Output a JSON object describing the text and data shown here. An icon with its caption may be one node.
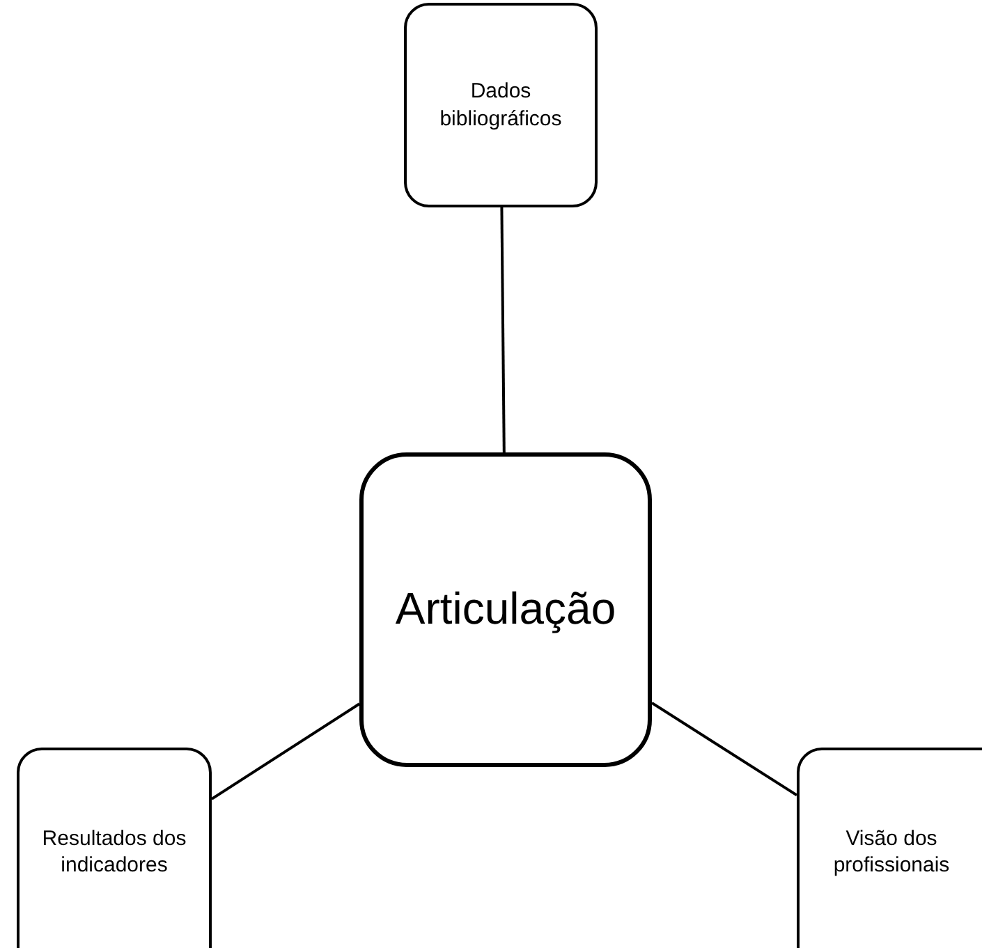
{
  "diagram": {
    "nodes": [
      {
        "text": [
          "Articulação"
        ]
      },
      {
        "text": [
          "Dados bibliográficos"
        ]
      },
      {
        "text": [
          "Resultados dos indicadores"
        ]
      },
      {
        "text": [
          "Visão dos profissionais"
        ]
      }
    ],
    "edges": [
      {
        "from": 1,
        "to": 0,
        "arrow": "none"
      },
      {
        "from": 2,
        "to": 0,
        "arrow": "none"
      },
      {
        "from": 0,
        "to": 3,
        "arrow": "none"
      }
    ]
  }
}
